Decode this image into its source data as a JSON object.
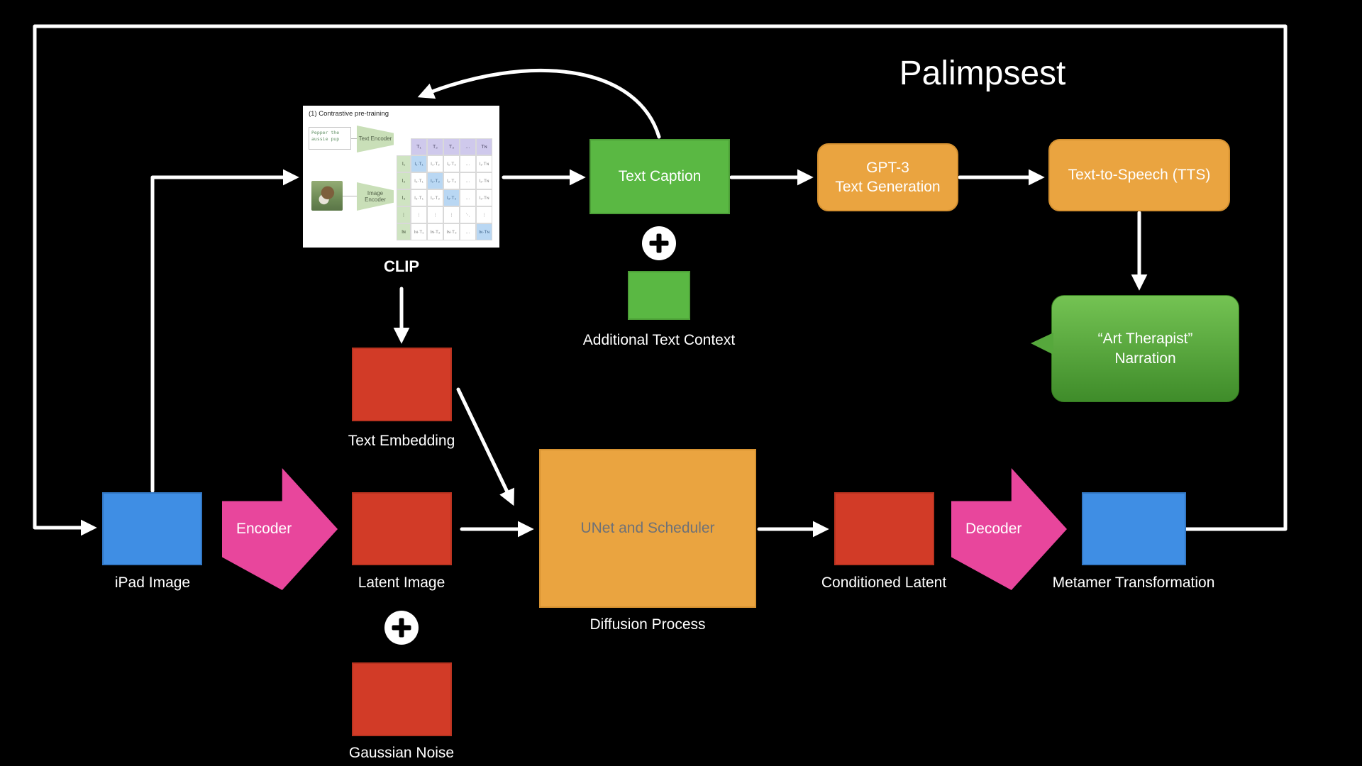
{
  "title": "Palimpsest",
  "colors": {
    "background": "#000000",
    "line": "#ffffff",
    "green": "#5ab843",
    "orange": "#eaa440",
    "red": "#d23b27",
    "blue": "#3f8ee4",
    "pink": "#e8469c",
    "narration_green_top": "#74c353",
    "narration_green_bottom": "#3f8c2a"
  },
  "icons": {
    "plus": "+"
  },
  "clip": {
    "caption": "CLIP",
    "figure_title": "(1) Contrastive pre-training",
    "prompt_text": "Pepper the aussie pup",
    "text_encoder_label": "Text Encoder",
    "image_encoder_label": "Image Encoder",
    "matrix": {
      "col_headers": [
        "T₁",
        "T₂",
        "T₃",
        "…",
        "Tɴ"
      ],
      "row_headers": [
        "I₁",
        "I₂",
        "I₃",
        "⋮",
        "Iɴ"
      ],
      "cells": [
        [
          "I₁·T₁",
          "I₁·T₂",
          "I₁·T₃",
          "…",
          "I₁·Tɴ"
        ],
        [
          "I₂·T₁",
          "I₂·T₂",
          "I₂·T₃",
          "…",
          "I₂·Tɴ"
        ],
        [
          "I₃·T₁",
          "I₃·T₂",
          "I₃·T₃",
          "…",
          "I₃·Tɴ"
        ],
        [
          "⋮",
          "⋮",
          "⋮",
          "⋱",
          "⋮"
        ],
        [
          "Iɴ·T₁",
          "Iɴ·T₂",
          "Iɴ·T₃",
          "…",
          "Iɴ·Tɴ"
        ]
      ]
    }
  },
  "nodes": {
    "text_caption": "Text Caption",
    "additional_context_label": "Additional Text Context",
    "gpt3_line1": "GPT-3",
    "gpt3_line2": "Text Generation",
    "tts": "Text-to-Speech (TTS)",
    "narration_line1": "“Art Therapist”",
    "narration_line2": "Narration",
    "text_embedding_label": "Text Embedding",
    "unet": "UNet and Scheduler",
    "diffusion_label": "Diffusion Process",
    "ipad_label": "iPad Image",
    "encoder": "Encoder",
    "latent_label": "Latent Image",
    "gaussian_label": "Gaussian Noise",
    "conditioned_label": "Conditioned Latent",
    "decoder": "Decoder",
    "metamer_label": "Metamer Transformation"
  }
}
